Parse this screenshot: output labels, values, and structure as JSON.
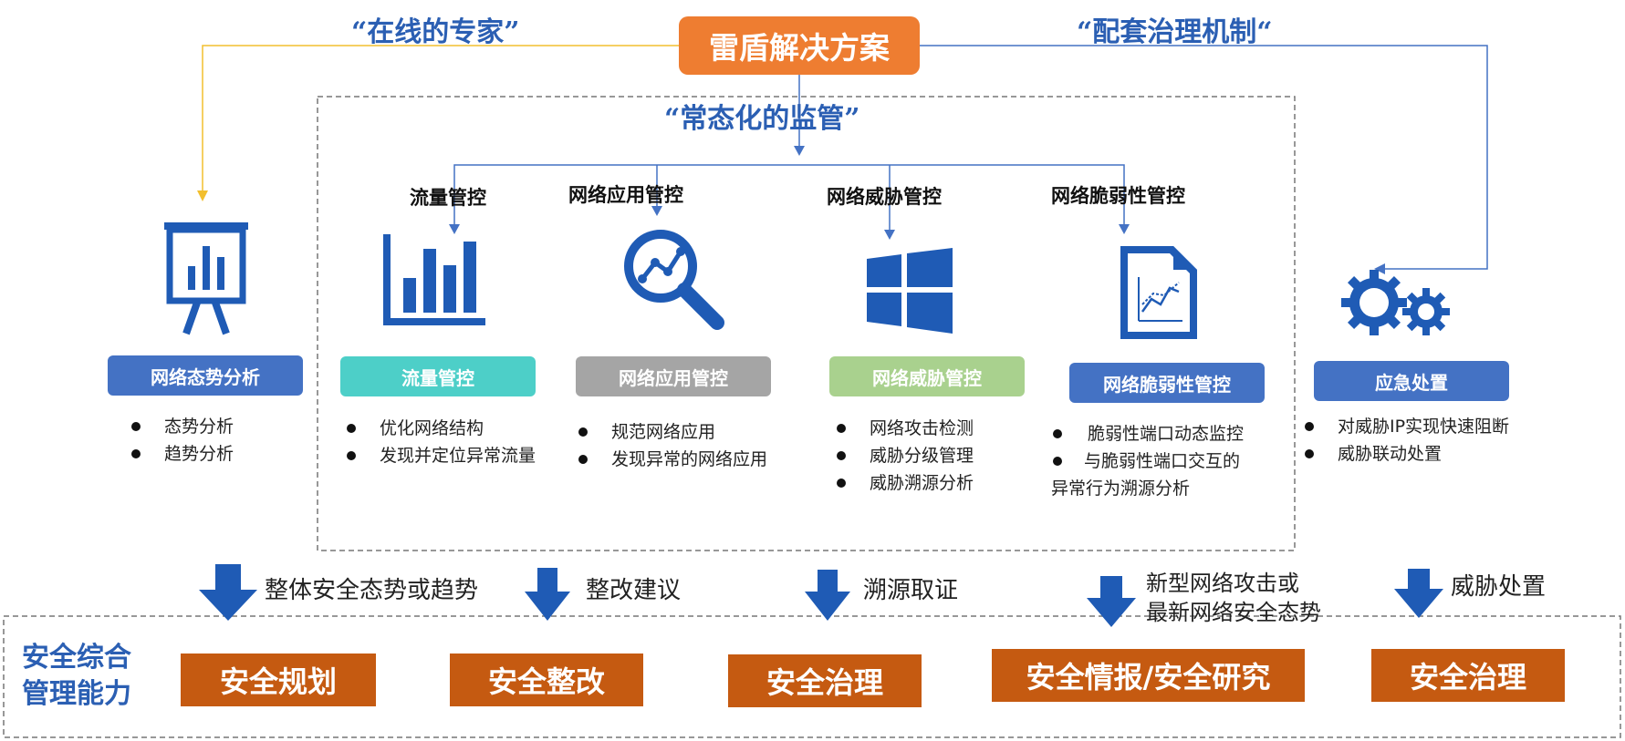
{
  "top": {
    "left_quote": "“在线的专家”",
    "solution": "雷盾解决方案",
    "right_quote": "“配套治理机制“",
    "center_quote": "“常态化的监管”"
  },
  "columns": {
    "traffic_title": "流量管控",
    "app_title": "网络应用管控",
    "threat_title": "网络威胁管控",
    "vuln_title": "网络脆弱性管控"
  },
  "modules": [
    {
      "label": "网络态势分析",
      "color": "#4472c4",
      "items": [
        "态势分析",
        "趋势分析"
      ]
    },
    {
      "label": "流量管控",
      "color": "#4dcfc8",
      "items": [
        "优化网络结构",
        "发现并定位异常流量"
      ]
    },
    {
      "label": "网络应用管控",
      "color": "#a5a5a5",
      "items": [
        "规范网络应用",
        "发现异常的网络应用"
      ]
    },
    {
      "label": "网络威胁管控",
      "color": "#a9d18e",
      "items": [
        "网络攻击检测",
        "威胁分级管理",
        "威胁溯源分析"
      ]
    },
    {
      "label": "网络脆弱性管控",
      "color": "#4472c4",
      "items": [
        "脆弱性端口动态监控",
        "与脆弱性端口交互的",
        "异常行为溯源分析"
      ]
    },
    {
      "label": "应急处置",
      "color": "#4472c4",
      "items": [
        "对威胁IP实现快速阻断",
        "威胁联动处置"
      ]
    }
  ],
  "outputs": [
    "整体安全态势或趋势",
    "整改建议",
    "溯源取证",
    "新型网络攻击或",
    "最新网络安全态势",
    "威胁处置"
  ],
  "capability": {
    "label_line1": "安全综合",
    "label_line2": "管理能力",
    "boxes": [
      "安全规划",
      "安全整改",
      "安全治理",
      "安全情报/安全研究",
      "安全治理"
    ]
  },
  "colors": {
    "accent_blue": "#2b5fb3",
    "icon_blue": "#1f5bb5",
    "orange_top": "#ee7d31",
    "orange_dark": "#c55a11",
    "arrow_blue": "#1f5bb5"
  },
  "icons": [
    "presentation-chart-icon",
    "bar-chart-icon",
    "magnifier-trend-icon",
    "windows-grid-icon",
    "report-document-icon",
    "gears-icon",
    "down-arrow-icon"
  ]
}
